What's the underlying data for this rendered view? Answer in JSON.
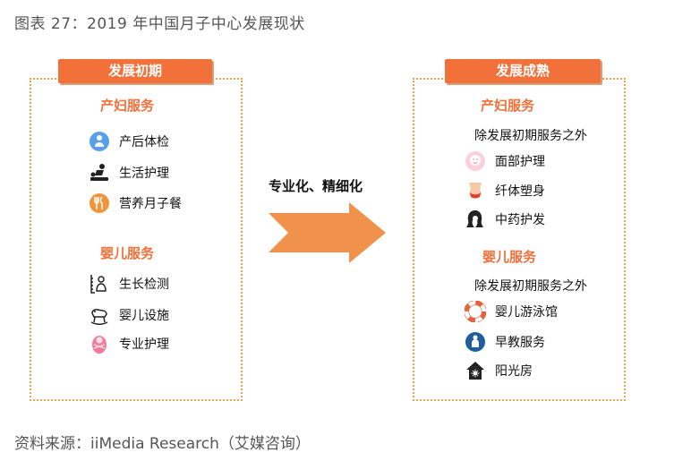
{
  "caption": "图表 27：2019 年中国月子中心发展现状",
  "source": "资料来源：iiMedia Research（艾媒咨询）",
  "arrow_label": "专业化、精细化",
  "left": {
    "header": "发展初期",
    "maternal": {
      "title": "产妇服务",
      "items": [
        {
          "label": "产后体检",
          "icon": "checkup-icon"
        },
        {
          "label": "生活护理",
          "icon": "massage-icon"
        },
        {
          "label": "营养月子餐",
          "icon": "meal-icon"
        }
      ]
    },
    "infant": {
      "title": "婴儿服务",
      "items": [
        {
          "label": "生长检测",
          "icon": "growth-icon"
        },
        {
          "label": "婴儿设施",
          "icon": "rocking-horse-icon"
        },
        {
          "label": "专业护理",
          "icon": "swaddled-baby-icon"
        }
      ]
    }
  },
  "right": {
    "header": "发展成熟",
    "maternal": {
      "title": "产妇服务",
      "note": "除发展初期服务之外",
      "items": [
        {
          "label": "面部护理",
          "icon": "facial-icon"
        },
        {
          "label": "纤体塑身",
          "icon": "body-shaping-icon"
        },
        {
          "label": "中药护发",
          "icon": "hair-care-icon"
        }
      ]
    },
    "infant": {
      "title": "婴儿服务",
      "note": "除发展初期服务之外",
      "items": [
        {
          "label": "婴儿游泳馆",
          "icon": "swim-ring-icon"
        },
        {
          "label": "早教服务",
          "icon": "early-education-icon"
        },
        {
          "label": "阳光房",
          "icon": "sunroom-icon"
        }
      ]
    }
  },
  "colors": {
    "accent": "#f2703a",
    "border": "#f0a04b",
    "arrow": "#f0924b"
  }
}
